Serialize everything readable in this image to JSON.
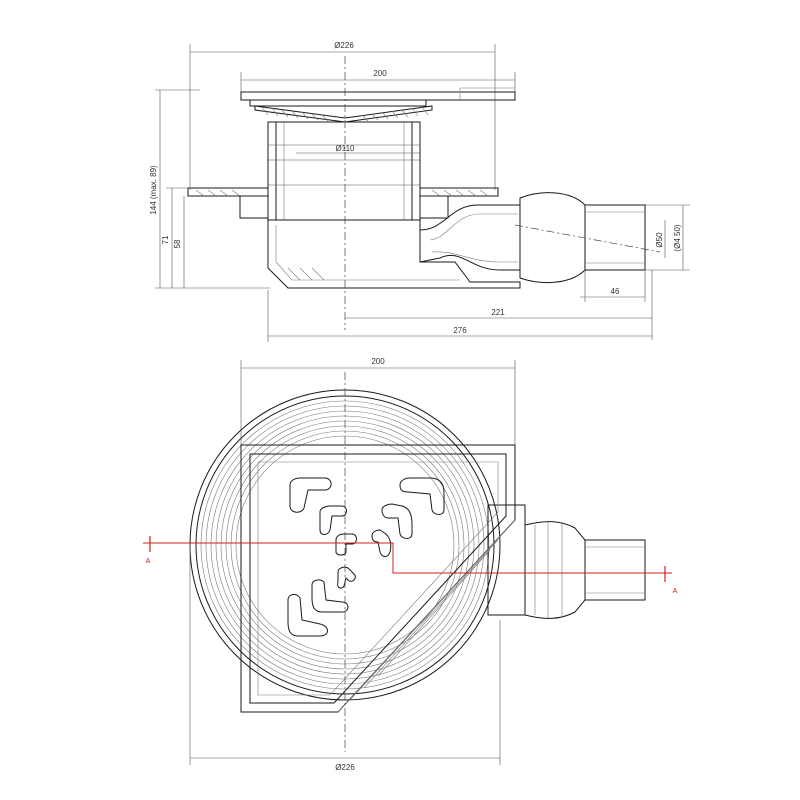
{
  "dimensions": {
    "top_overall_diameter": "Ø226",
    "top_grate_width": "200",
    "top_body_diameter": "Ø110",
    "top_height_range": "144 (max. 89)",
    "top_height_71": "71",
    "top_height_58": "58",
    "top_outlet_offset": "46",
    "top_length_221": "221",
    "top_length_276": "276",
    "outlet_inner": "Ø50",
    "outlet_outer": "(Ø4 50)",
    "bottom_grate_width": "200",
    "bottom_diameter": "Ø226"
  },
  "section": {
    "left_label": "A",
    "right_label": "A",
    "line_color": "#cc1f1f"
  }
}
